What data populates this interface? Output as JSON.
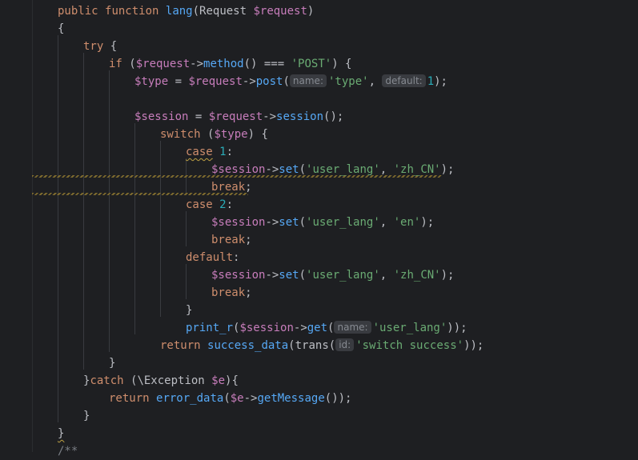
{
  "code": {
    "l1": {
      "kw1": "public",
      "kw2": "function",
      "fn": "lang",
      "p1": "(Request ",
      "var": "$request",
      "p2": ")"
    },
    "l2": {
      "t": "{"
    },
    "l3": {
      "kw": "try",
      "p": " {"
    },
    "l4": {
      "kw": "if",
      "p1": " (",
      "var": "$request",
      "p2": "->",
      "fn": "method",
      "p3": "() === ",
      "str": "'POST'",
      "p4": ") {"
    },
    "l5": {
      "var1": "$type",
      "p1": " = ",
      "var2": "$request",
      "p2": "->",
      "fn": "post",
      "p3": "(",
      "hint1": "name:",
      "str": "'type'",
      "p4": ", ",
      "hint2": "default:",
      "num": "1",
      "p5": ");"
    },
    "l6": {
      "var1": "$session",
      "p1": " = ",
      "var2": "$request",
      "p2": "->",
      "fn": "session",
      "p3": "();"
    },
    "l7": {
      "kw": "switch",
      "p1": " (",
      "var": "$type",
      "p2": ") {"
    },
    "l8": {
      "kw": "case",
      "p1": " ",
      "num": "1",
      "p2": ":"
    },
    "l9": {
      "var": "$session",
      "p1": "->",
      "fn": "set",
      "p2": "(",
      "str1": "'user_lang'",
      "p3": ", ",
      "str2": "'zh_CN'",
      "p4": ");"
    },
    "l10": {
      "kw": "break",
      "p": ";"
    },
    "l11": {
      "kw": "case",
      "p1": " ",
      "num": "2",
      "p2": ":"
    },
    "l12": {
      "var": "$session",
      "p1": "->",
      "fn": "set",
      "p2": "(",
      "str1": "'user_lang'",
      "p3": ", ",
      "str2": "'en'",
      "p4": ");"
    },
    "l13": {
      "kw": "break",
      "p": ";"
    },
    "l14": {
      "kw": "default",
      "p": ":"
    },
    "l15": {
      "var": "$session",
      "p1": "->",
      "fn": "set",
      "p2": "(",
      "str1": "'user_lang'",
      "p3": ", ",
      "str2": "'zh_CN'",
      "p4": ");"
    },
    "l16": {
      "kw": "break",
      "p": ";"
    },
    "l17": {
      "t": "}"
    },
    "l18": {
      "fn1": "print_r",
      "p1": "(",
      "var": "$session",
      "p2": "->",
      "fn2": "get",
      "p3": "(",
      "hint": "name:",
      "str": "'user_lang'",
      "p4": "));"
    },
    "l19": {
      "kw": "return",
      "p1": " ",
      "fn1": "success_data",
      "p2": "(",
      "fn2": "trans",
      "p3": "(",
      "hint": "id:",
      "str": "'switch success'",
      "p4": "));"
    },
    "l20": {
      "t": "}"
    },
    "l21": {
      "p1": "}",
      "kw": "catch",
      "p2": " (\\Exception ",
      "var": "$e",
      "p3": "){"
    },
    "l22": {
      "kw": "return",
      "p1": " ",
      "fn1": "error_data",
      "p2": "(",
      "var": "$e",
      "p3": "->",
      "fn2": "getMessage",
      "p4": "());"
    },
    "l23": {
      "t": "}"
    },
    "l24": {
      "t": "}"
    },
    "l25": {
      "t": "/**"
    }
  },
  "colors": {
    "background": "#1e1f22",
    "keyword": "#cf8e6d",
    "function": "#56a8f5",
    "variable": "#c77dbb",
    "string": "#6aab73",
    "number": "#2aacb8",
    "plain": "#bcbec4"
  }
}
